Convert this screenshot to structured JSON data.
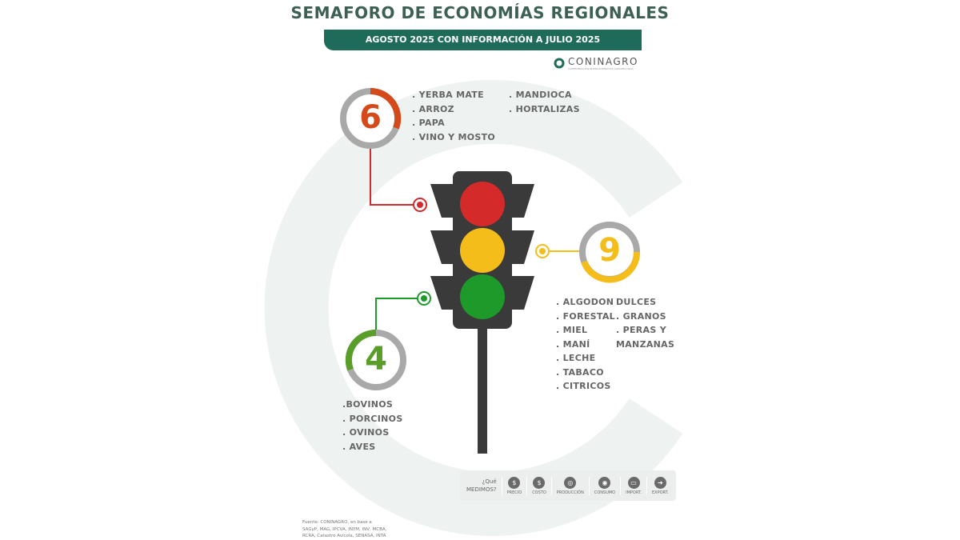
{
  "title": "SEMAFORO DE ECONOMÍAS REGIONALES",
  "subtitle": "AGOSTO 2025 CON INFORMACIÓN A  JULIO 2025",
  "logo": {
    "name": "CONINAGRO",
    "sub": "CONFEDERACIÓN INTERCOOPERATIVA AGROPECUARIA"
  },
  "colors": {
    "red": "#d42a2a",
    "yellow": "#f5bd1a",
    "green": "#1e9a2a",
    "teal": "#1f6b5a"
  },
  "red": {
    "count": "6",
    "col1": [
      ". YERBA MATE",
      ". ARROZ",
      ". PAPA",
      ". VINO Y MOSTO"
    ],
    "col2": [
      ". MANDIOCA",
      ". HORTALIZAS"
    ]
  },
  "yellow": {
    "count": "9",
    "col1": [
      ". ALGODON",
      ". FORESTAL",
      ". MIEL",
      ". MANÍ",
      ". LECHE",
      ". TABACO",
      ". CITRICOS"
    ],
    "col2": [
      "DULCES",
      ". GRANOS",
      ". PERAS Y",
      "MANZANAS"
    ]
  },
  "green": {
    "count": "4",
    "col1": [
      ".BOVINOS",
      ". PORCINOS",
      ". OVINOS",
      ". AVES"
    ]
  },
  "measure": {
    "question1": "¿Qué",
    "question2": "MEDIMOS?",
    "items": [
      {
        "label": "PRECIO",
        "icon": "$"
      },
      {
        "label": "COSTO",
        "icon": "$"
      },
      {
        "label": "PRODUCCIÓN",
        "icon": "◎"
      },
      {
        "label": "CONSUMO",
        "icon": "◉"
      },
      {
        "label": "IMPORT.",
        "icon": "▭"
      },
      {
        "label": "EXPORT.",
        "icon": "➜"
      }
    ]
  },
  "source": [
    "Fuente: CONINAGRO, en base a",
    "SAGyP, MAG, IPCVA, INYM, INV, MCBA,",
    "RCRA, Catastro Avícola, SENASA, INTA"
  ]
}
